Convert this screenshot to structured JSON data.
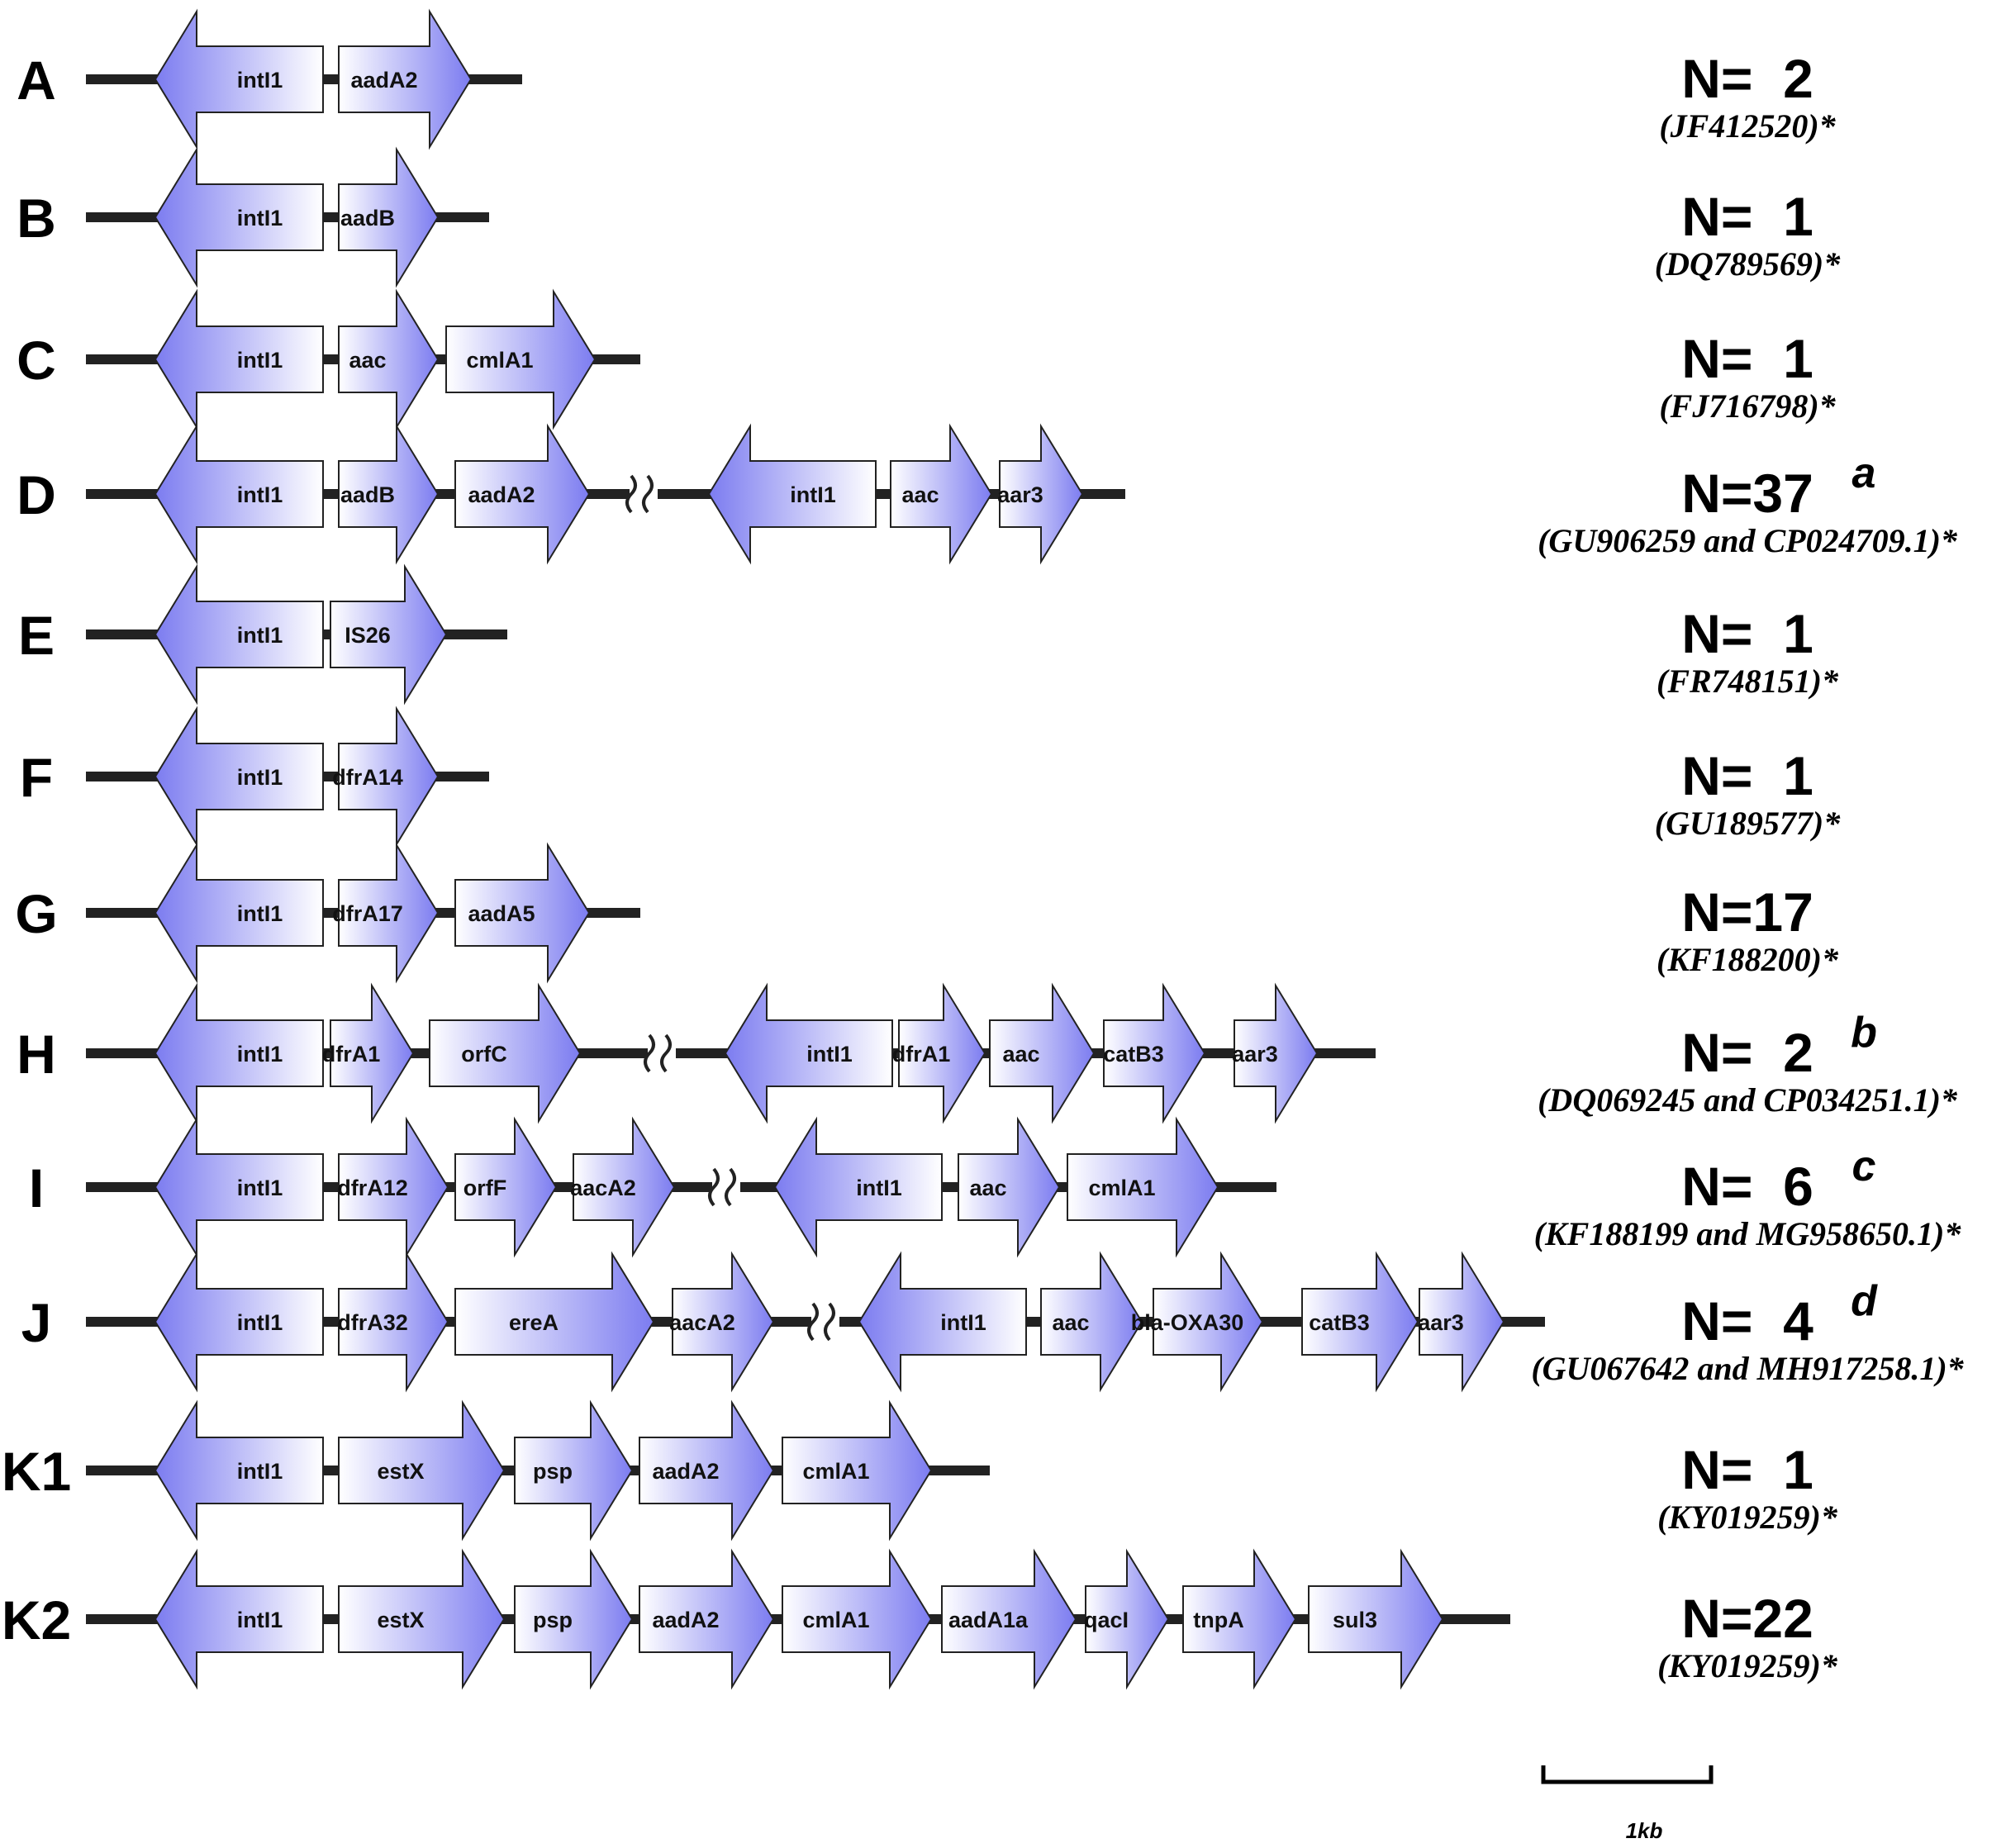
{
  "colors": {
    "gene_dark": "#7c7cf0",
    "gene_light": "#ffffff",
    "backbone": "#222222",
    "text": "#000000"
  },
  "rows": [
    {
      "label": "A",
      "count": "N=  2",
      "superscript": "",
      "accession": "(JF412520)*",
      "genes": [
        {
          "name": "intI1",
          "dir": "L"
        },
        {
          "name": "aadA2",
          "dir": "R"
        }
      ]
    },
    {
      "label": "B",
      "count": "N=  1",
      "superscript": "",
      "accession": "(DQ789569)*",
      "genes": [
        {
          "name": "intI1",
          "dir": "L"
        },
        {
          "name": "aadB",
          "dir": "R"
        }
      ]
    },
    {
      "label": "C",
      "count": "N=  1",
      "superscript": "",
      "accession": "(FJ716798)*",
      "genes": [
        {
          "name": "intI1",
          "dir": "L"
        },
        {
          "name": "aac",
          "dir": "R"
        },
        {
          "name": "cmlA1",
          "dir": "R"
        }
      ]
    },
    {
      "label": "D",
      "count": "N=37",
      "superscript": "a",
      "accession": "(GU906259 and CP024709.1)*",
      "genes": [
        {
          "name": "intI1",
          "dir": "L"
        },
        {
          "name": "aadB",
          "dir": "R"
        },
        {
          "name": "aadA2",
          "dir": "R"
        },
        {
          "name": "intI1",
          "dir": "L"
        },
        {
          "name": "aac",
          "dir": "R"
        },
        {
          "name": "aar3",
          "dir": "R"
        }
      ]
    },
    {
      "label": "E",
      "count": "N=  1",
      "superscript": "",
      "accession": "(FR748151)*",
      "genes": [
        {
          "name": "intI1",
          "dir": "L"
        },
        {
          "name": "IS26",
          "dir": "R"
        }
      ]
    },
    {
      "label": "F",
      "count": "N=  1",
      "superscript": "",
      "accession": "(GU189577)*",
      "genes": [
        {
          "name": "intI1",
          "dir": "L"
        },
        {
          "name": "dfrA14",
          "dir": "R"
        }
      ]
    },
    {
      "label": "G",
      "count": "N=17",
      "superscript": "",
      "accession": "(KF188200)*",
      "genes": [
        {
          "name": "intI1",
          "dir": "L"
        },
        {
          "name": "dfrA17",
          "dir": "R"
        },
        {
          "name": "aadA5",
          "dir": "R"
        }
      ]
    },
    {
      "label": "H",
      "count": "N=  2",
      "superscript": "b",
      "accession": "(DQ069245 and CP034251.1)*",
      "genes": [
        {
          "name": "intI1",
          "dir": "L"
        },
        {
          "name": "dfrA1",
          "dir": "R"
        },
        {
          "name": "orfC",
          "dir": "R"
        },
        {
          "name": "intI1",
          "dir": "L"
        },
        {
          "name": "dfrA1",
          "dir": "R"
        },
        {
          "name": "aac",
          "dir": "R"
        },
        {
          "name": "catB3",
          "dir": "R"
        },
        {
          "name": "aar3",
          "dir": "R"
        }
      ]
    },
    {
      "label": "I",
      "count": "N=  6",
      "superscript": "c",
      "accession": "(KF188199 and MG958650.1)*",
      "genes": [
        {
          "name": "intI1",
          "dir": "L"
        },
        {
          "name": "dfrA12",
          "dir": "R"
        },
        {
          "name": "orfF",
          "dir": "R"
        },
        {
          "name": "aacA2",
          "dir": "R"
        },
        {
          "name": "intI1",
          "dir": "L"
        },
        {
          "name": "aac",
          "dir": "R"
        },
        {
          "name": "cmlA1",
          "dir": "R"
        }
      ]
    },
    {
      "label": "J",
      "count": "N=  4",
      "superscript": "d",
      "accession": "(GU067642 and MH917258.1)*",
      "genes": [
        {
          "name": "intI1",
          "dir": "L"
        },
        {
          "name": "dfrA32",
          "dir": "R"
        },
        {
          "name": "ereA",
          "dir": "R"
        },
        {
          "name": "aacA2",
          "dir": "R"
        },
        {
          "name": "intI1",
          "dir": "L"
        },
        {
          "name": "aac",
          "dir": "R"
        },
        {
          "name": "bla-OXA30",
          "dir": "R"
        },
        {
          "name": "catB3",
          "dir": "R"
        },
        {
          "name": "aar3",
          "dir": "R"
        }
      ]
    },
    {
      "label": "K1",
      "count": "N=  1",
      "superscript": "",
      "accession": "(KY019259)*",
      "genes": [
        {
          "name": "intI1",
          "dir": "L"
        },
        {
          "name": "estX",
          "dir": "R"
        },
        {
          "name": "psp",
          "dir": "R"
        },
        {
          "name": "aadA2",
          "dir": "R"
        },
        {
          "name": "cmlA1",
          "dir": "R"
        }
      ]
    },
    {
      "label": "K2",
      "count": "N=22",
      "superscript": "",
      "accession": "(KY019259)*",
      "genes": [
        {
          "name": "intI1",
          "dir": "L"
        },
        {
          "name": "estX",
          "dir": "R"
        },
        {
          "name": "psp",
          "dir": "R"
        },
        {
          "name": "aadA2",
          "dir": "R"
        },
        {
          "name": "cmlA1",
          "dir": "R"
        },
        {
          "name": "aadA1a",
          "dir": "R"
        },
        {
          "name": "qacI",
          "dir": "R"
        },
        {
          "name": "tnpA",
          "dir": "R"
        },
        {
          "name": "sul3",
          "dir": "R"
        }
      ]
    }
  ],
  "scale_bar": {
    "label": "1kb"
  }
}
